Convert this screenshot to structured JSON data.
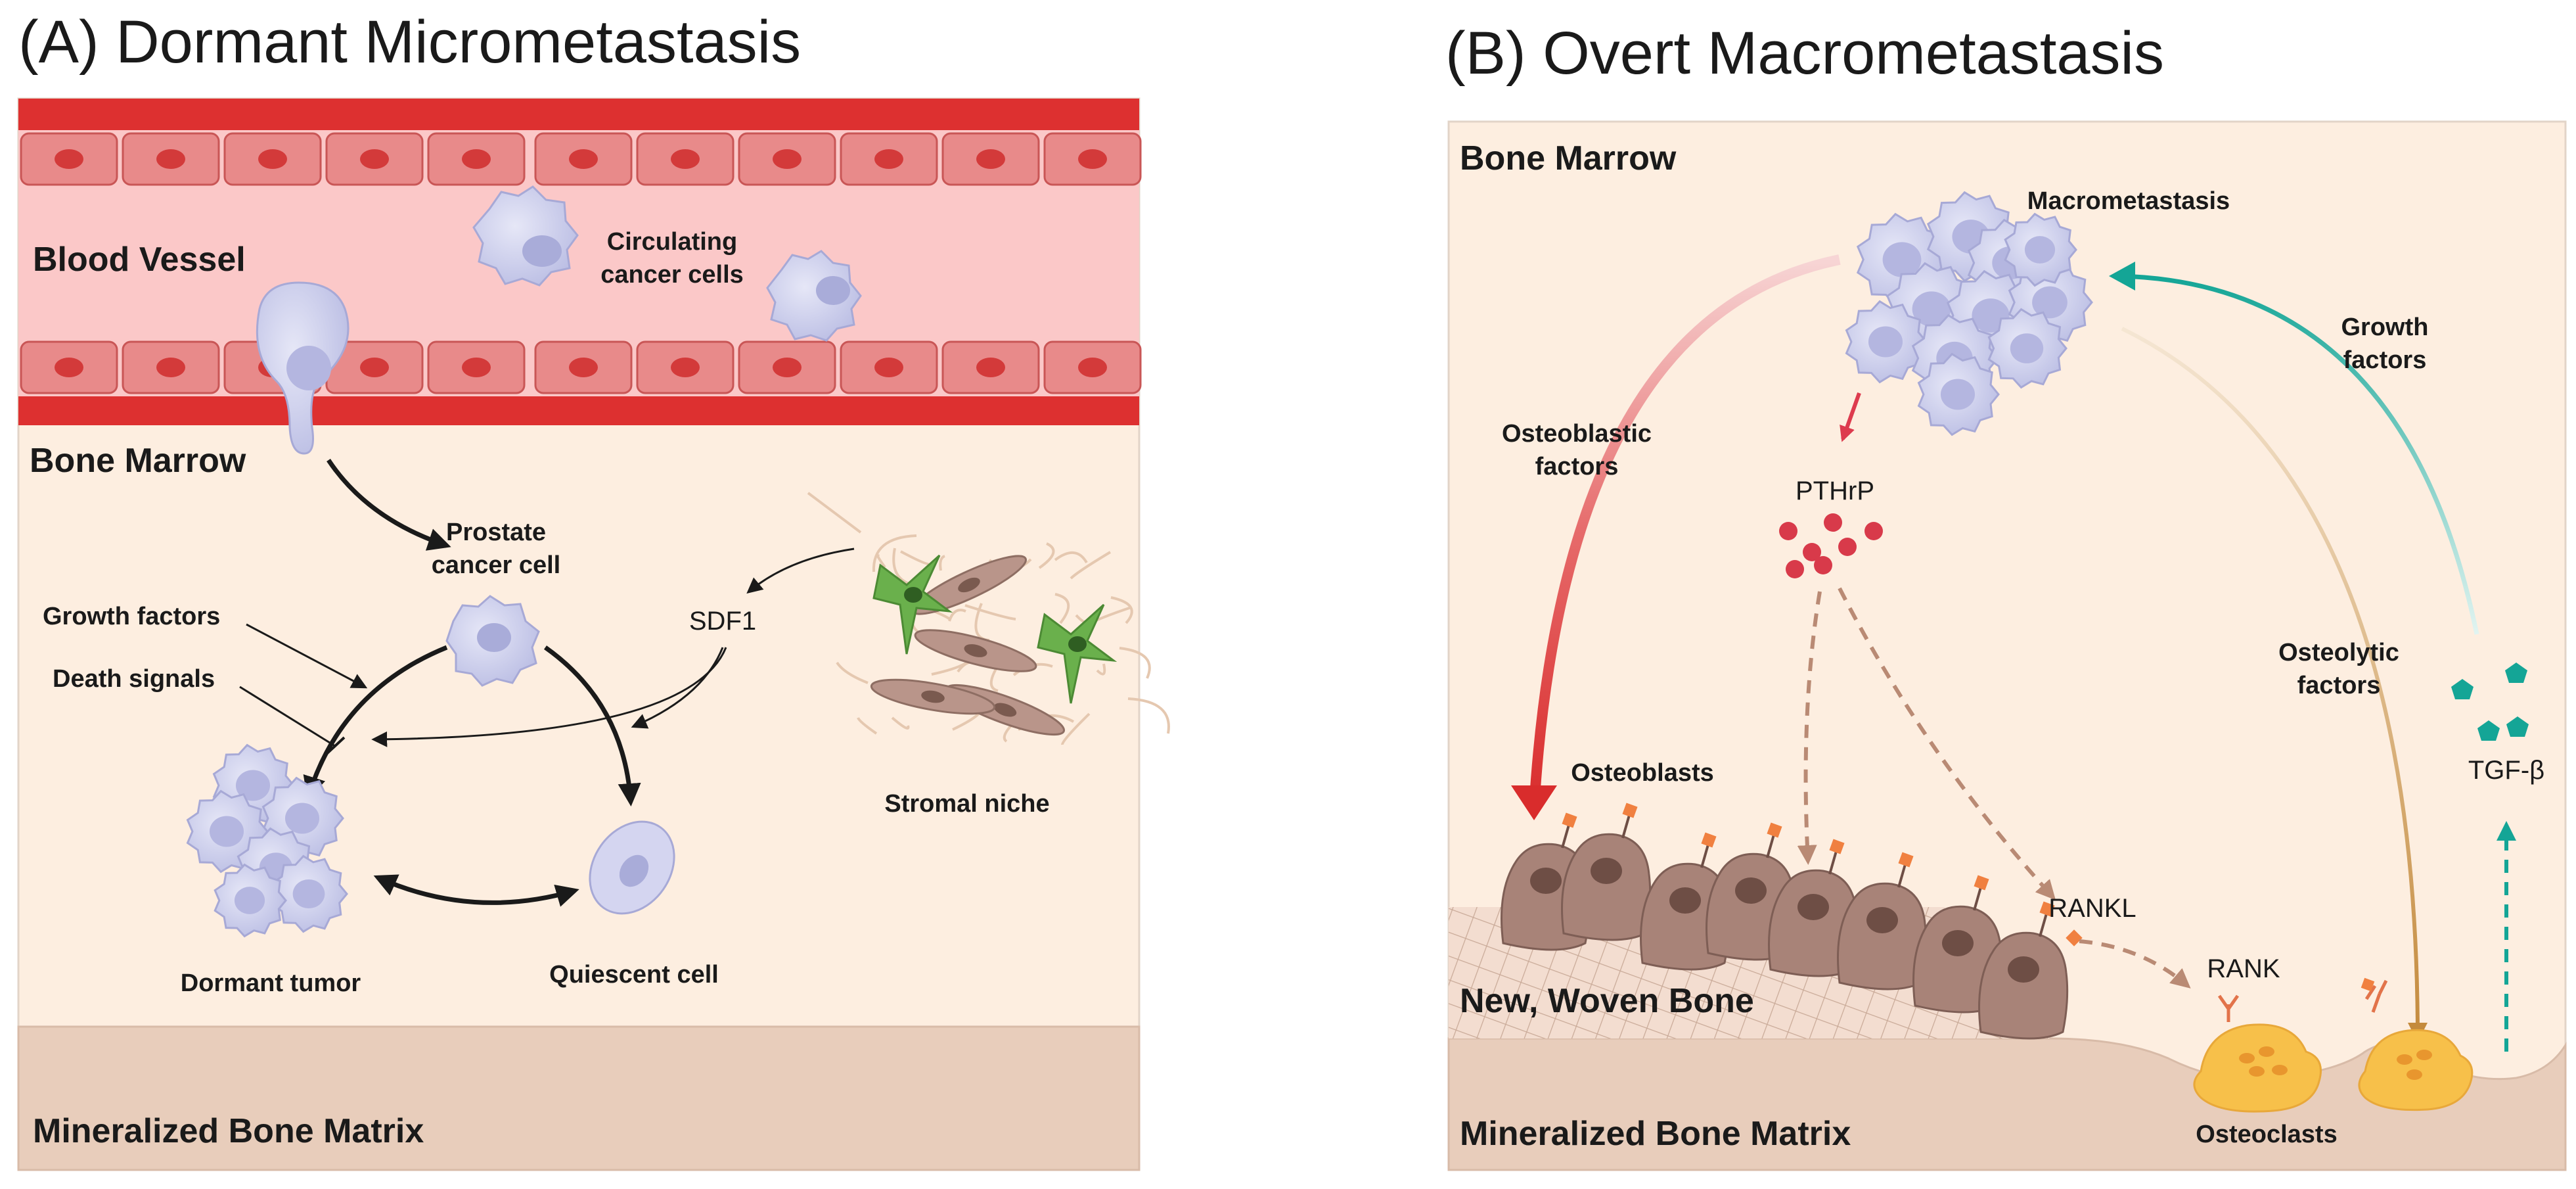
{
  "panel_a": {
    "title": "(A) Dormant Micrometastasis",
    "blood_vessel": "Blood Vessel",
    "bone_marrow": "Bone Marrow",
    "circulating_l1": "Circulating",
    "circulating_l2": "cancer cells",
    "prostate_l1": "Prostate",
    "prostate_l2": "cancer cell",
    "sdf1": "SDF1",
    "growth_factors": "Growth factors",
    "death_signals": "Death signals",
    "stromal_niche": "Stromal niche",
    "dormant_tumor": "Dormant tumor",
    "quiescent_cell": "Quiescent cell",
    "mineralized": "Mineralized Bone Matrix"
  },
  "panel_b": {
    "title": "(B) Overt Macrometastasis",
    "bone_marrow": "Bone Marrow",
    "macrometastasis": "Macrometastasis",
    "growth_l1": "Growth",
    "growth_l2": "factors",
    "osteoblastic_l1": "Osteoblastic",
    "osteoblastic_l2": "factors",
    "pthrp": "PTHrP",
    "osteolytic_l1": "Osteolytic",
    "osteolytic_l2": "factors",
    "tgf": "TGF-β",
    "osteoblasts": "Osteoblasts",
    "rankl": "RANKL",
    "rank": "RANK",
    "woven_bone": "New, Woven Bone",
    "mineralized": "Mineralized Bone Matrix",
    "osteoclasts": "Osteoclasts"
  },
  "colors": {
    "vessel_wall": "#dd3030",
    "vessel_lumen": "#fbc8c8",
    "marrow": "#fdeee0",
    "bone_matrix": "#e8cdbb",
    "cancer_cell": "#cfd2ee",
    "osteoblast": "#a88378",
    "osteoclast": "#f7c04a",
    "stromal_green": "#6ab04c",
    "teal": "#14a596",
    "pthrp_red": "#d83a4a",
    "osteolytic_brown": "#c48a3c"
  }
}
